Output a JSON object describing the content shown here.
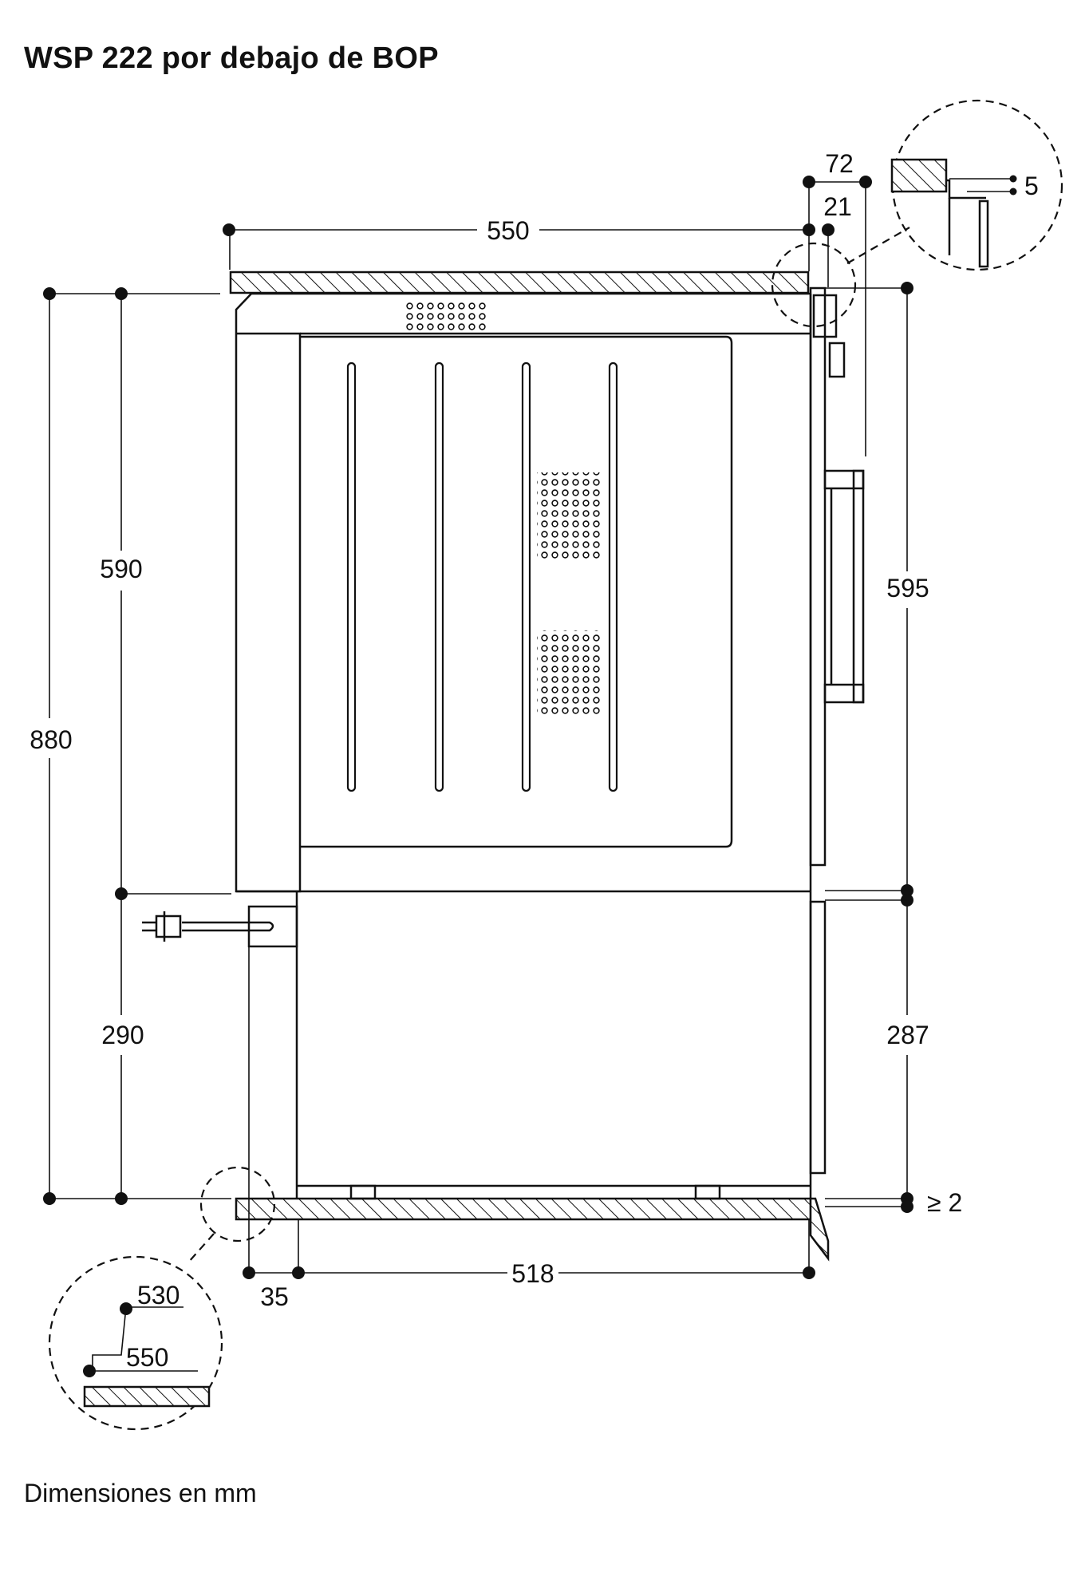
{
  "title": "WSP 222 por debajo de BOP",
  "footer": "Dimensiones en mm",
  "dimensions": {
    "top_width": "550",
    "d72": "72",
    "d21": "21",
    "d5": "5",
    "d590": "590",
    "d880": "880",
    "d595": "595",
    "d290": "290",
    "d287": "287",
    "d_ge2": "≥ 2",
    "d518": "518",
    "d35": "35",
    "detail_530": "530",
    "detail_550": "550"
  }
}
